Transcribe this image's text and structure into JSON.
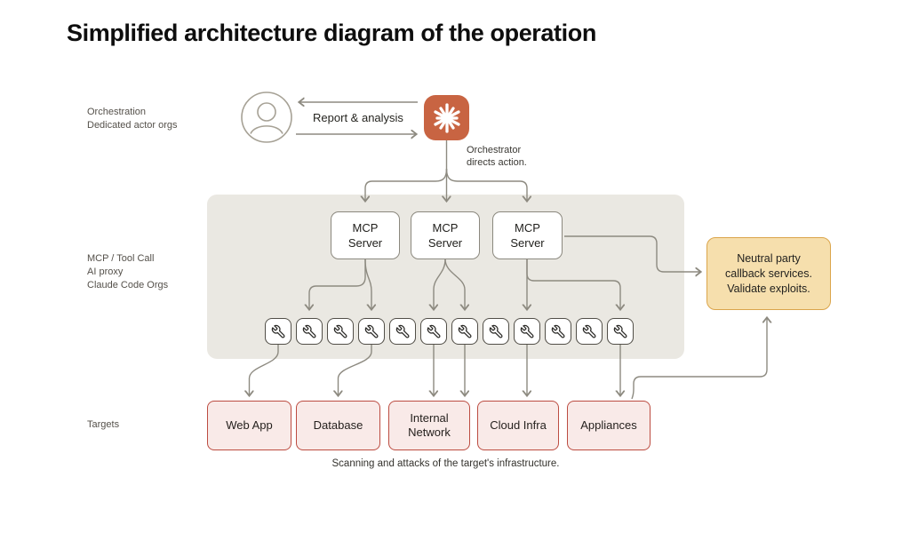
{
  "title": "Simplified architecture diagram of the operation",
  "row_labels": {
    "orchestration": "Orchestration\nDedicated actor orgs",
    "mcp_layer": "MCP / Tool Call\nAI proxy\nClaude Code Orgs",
    "targets": "Targets"
  },
  "orchestration": {
    "actor_icon": "person-avatar-icon",
    "orchestrator_icon": "claude-starburst-icon",
    "report_label": "Report & analysis",
    "directs_label": "Orchestrator\ndirects action."
  },
  "mcp_servers": [
    "MCP\nServer",
    "MCP\nServer",
    "MCP\nServer"
  ],
  "tools": {
    "count": 12,
    "icon": "wrench-icon"
  },
  "neutral_party": {
    "label": "Neutral party\ncallback services.\nValidate exploits."
  },
  "targets": [
    "Web App",
    "Database",
    "Internal\nNetwork",
    "Cloud Infra",
    "Appliances"
  ],
  "caption": "Scanning and attacks of the target's infrastructure.",
  "colors": {
    "accent": "#C86442",
    "panel": "#EAE8E2",
    "line": "#8D8A80",
    "target_fill": "#F9EAE8",
    "target_border": "#BC4C41",
    "neutral_fill": "#F6DFAD",
    "neutral_border": "#DBA54B"
  }
}
